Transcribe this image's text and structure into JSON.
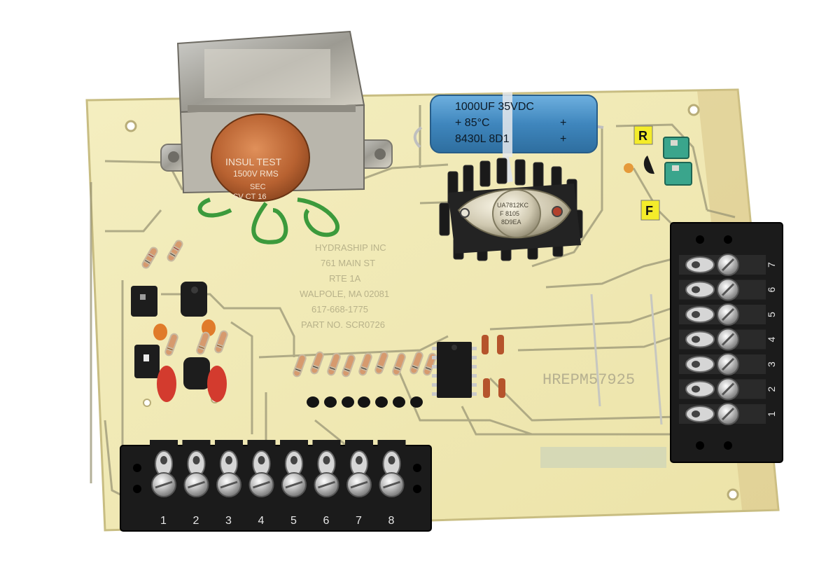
{
  "transformer": {
    "line1": "INSUL TEST",
    "line2": "1500V RMS",
    "line3": "SEC",
    "line4": "SV CT 16"
  },
  "capacitor": {
    "line1": "1000UF 35VDC",
    "line2": "+ 85°C",
    "line3": "8430L 8D1",
    "plus1": "+",
    "plus2": "+"
  },
  "regulator": {
    "line1": "UA7812KC",
    "line2": "F 8105",
    "line3": "8D9EA"
  },
  "labels": {
    "r": "R",
    "f": "F"
  },
  "silkscreen": {
    "line1": "HYDRASHIP INC",
    "line2": "761 MAIN ST",
    "line3": "RTE 1A",
    "line4": "WALPOLE, MA 02081",
    "line5": "617-668-1775",
    "line6": "PART NO. SCR0726"
  },
  "board_part_number": "HREPM57925",
  "bottom_terminal_numbers": [
    "1",
    "2",
    "3",
    "4",
    "5",
    "6",
    "7",
    "8"
  ],
  "right_terminal_numbers": [
    "7",
    "6",
    "5",
    "4",
    "3",
    "2",
    "1"
  ],
  "colors": {
    "board": "#f1e9b2",
    "trace": "#9a9676",
    "terminal": "#1b1b1b",
    "capacitor": "#4e94c8",
    "coil": "#c06a3a",
    "label_yellow": "#f4ec2a"
  }
}
